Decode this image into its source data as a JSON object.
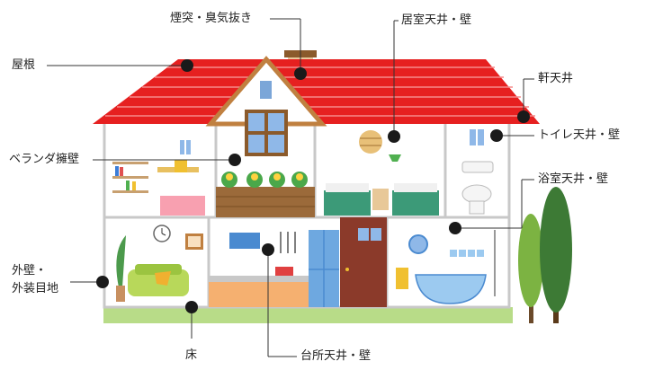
{
  "labels": {
    "chimney": "煙突・臭気抜き",
    "living_ceiling": "居室天井・壁",
    "roof": "屋根",
    "eaves": "軒天井",
    "veranda": "ベランダ擁壁",
    "toilet": "トイレ天井・壁",
    "bathroom": "浴室天井・壁",
    "exterior_1": "外壁・",
    "exterior_2": "外装目地",
    "floor": "床",
    "kitchen": "台所天井・壁"
  },
  "colors": {
    "roof": "#e62020",
    "roof_stripe": "#f58a8a",
    "wall": "#ffffff",
    "frame": "#c8c8c8",
    "ground": "#b8dc88",
    "marker": "#1a1a1a",
    "leader": "#333333",
    "brick": "#8b5a2b",
    "tree": "#4c8c3c",
    "chimney": "#e8c89a"
  }
}
